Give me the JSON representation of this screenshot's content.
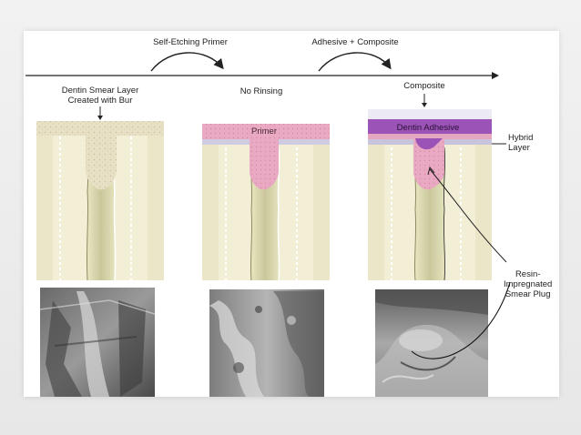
{
  "labels": {
    "top_arrow_1": "Self-Etching Primer",
    "top_arrow_2": "Adhesive + Composite",
    "panel1": "Dentin Smear Layer\nCreated with Bur",
    "panel2": "No Rinsing",
    "panel3": "Composite",
    "primer": "Primer",
    "dentin_adhesive": "Dentin Adhesive",
    "hybrid_layer": "Hybrid\nLayer",
    "resin_plug": "Resin-\nImpregnated\nSmear Plug"
  },
  "colors": {
    "smear": "#e6dfc2",
    "primer": "#e8a8c0",
    "adhesive": "#9a52b6",
    "dentin": "#f2eed4",
    "tubule": "#dbd8a8",
    "hybrid": "#c6c4da"
  }
}
